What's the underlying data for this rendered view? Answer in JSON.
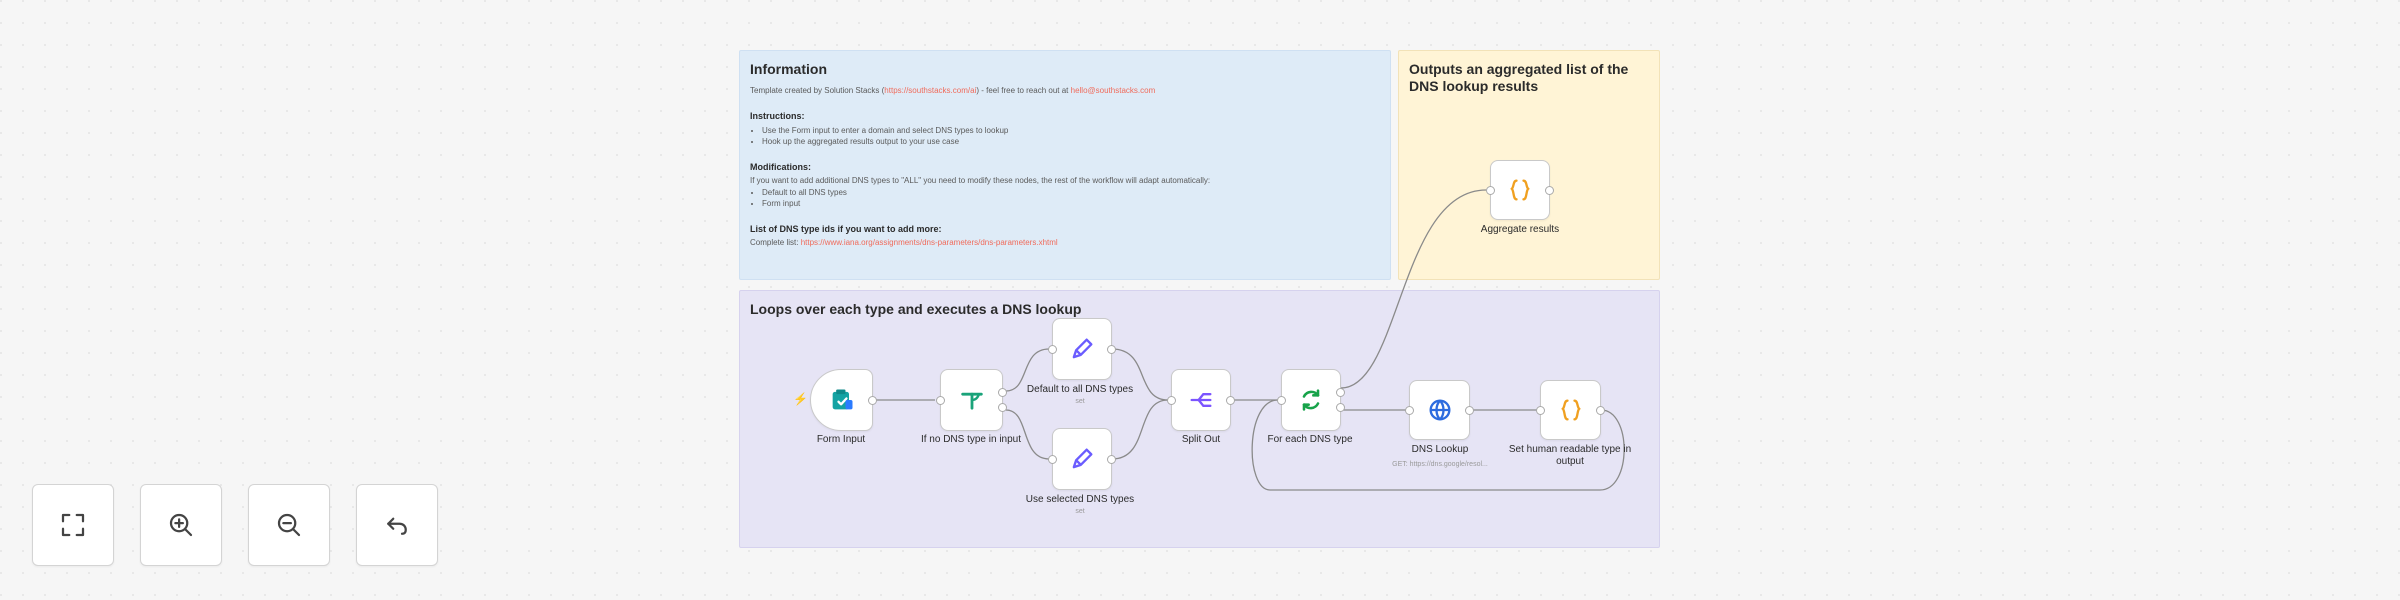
{
  "colors": {
    "info_note_bg": "#deebf7",
    "output_note_bg": "#fff4d6",
    "loop_note_bg": "#e6e4f5",
    "link": "#f06b5b",
    "trigger_bolt": "#ff6b6b"
  },
  "notes": {
    "information": {
      "title": "Information",
      "created_line_prefix": "Template created by Solution Stacks (",
      "created_link": "https://southstacks.com/ai",
      "created_line_mid": ") - feel free to reach out at ",
      "created_email": "hello@southstacks.com",
      "instructions_heading": "Instructions:",
      "instructions": [
        "Use the Form input to enter a domain and select DNS types to lookup",
        "Hook up the aggregated results output to your use case"
      ],
      "modifications_heading": "Modifications:",
      "modifications_text": "If you want to add additional DNS types to \"ALL\" you need to modify these nodes, the rest of the workflow will adapt automatically:",
      "modifications": [
        "Default to all DNS types",
        "Form input"
      ],
      "list_heading": "List of DNS type ids if you want to add more:",
      "complete_list_prefix": "Complete list: ",
      "complete_list_link": "https://www.iana.org/assignments/dns-parameters/dns-parameters.xhtml"
    },
    "output": {
      "title": "Outputs an aggregated list of the DNS lookup results"
    },
    "loop": {
      "title": "Loops over each type and executes a DNS lookup"
    }
  },
  "nodes": {
    "form_input": {
      "label": "Form Input",
      "icon": "form-icon"
    },
    "if_no_dns": {
      "label": "If no DNS type in input",
      "icon": "if-branch-icon"
    },
    "default_all": {
      "label": "Default to all DNS types",
      "sub": "set",
      "icon": "pencil-icon"
    },
    "use_selected": {
      "label": "Use selected DNS types",
      "sub": "set",
      "icon": "pencil-icon"
    },
    "split_out": {
      "label": "Split Out",
      "icon": "split-icon"
    },
    "for_each": {
      "label": "For each DNS type",
      "icon": "loop-icon"
    },
    "dns_lookup": {
      "label": "DNS Lookup",
      "sub": "GET: https://dns.google/resol...",
      "icon": "globe-icon"
    },
    "set_human": {
      "label": "Set human readable type in output",
      "icon": "braces-icon"
    },
    "aggregate": {
      "label": "Aggregate results",
      "icon": "braces-icon"
    }
  },
  "controls": {
    "fit": {
      "icon": "fit-view-icon"
    },
    "zoom_in": {
      "icon": "zoom-in-icon"
    },
    "zoom_out": {
      "icon": "zoom-out-icon"
    },
    "reset": {
      "icon": "undo-icon"
    }
  }
}
